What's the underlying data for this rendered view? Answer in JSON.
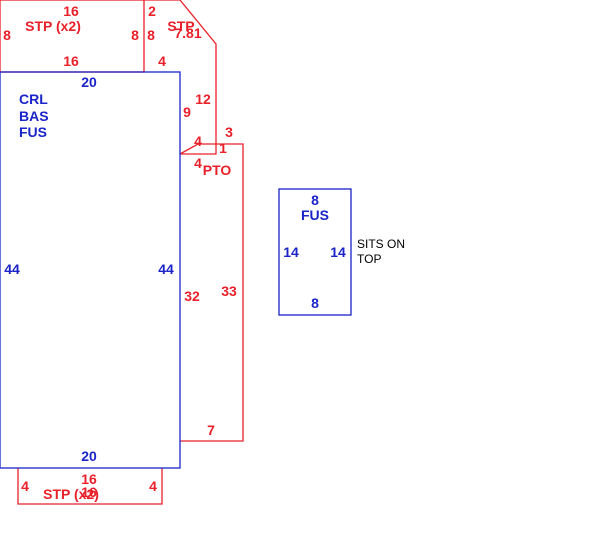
{
  "colors": {
    "part_red": "#e8202a",
    "part_blue": "#1a24c8",
    "note_black": "#000000"
  },
  "stp_top_left": {
    "name": "STP (x2)",
    "top": "16",
    "bottom": "16",
    "left": "8",
    "right": "8"
  },
  "stp_top_right": {
    "name": "STP",
    "top_left": "2",
    "left": "8",
    "diag": "7.81",
    "bottom": "4",
    "right_lower": "9",
    "right": "12"
  },
  "pto": {
    "name": "PTO",
    "top_a": "3",
    "top_b": "1",
    "left_a": "4",
    "left_b": "4",
    "left_side": "32",
    "right_side": "33",
    "bottom": "7"
  },
  "crl": {
    "line1": "CRL",
    "line2": "BAS",
    "line3": "FUS",
    "top": "20",
    "left": "44",
    "right": "44",
    "bottom": "20"
  },
  "stp_bottom": {
    "name": "STP (x2)",
    "left": "4",
    "top": "16",
    "overlay": "16",
    "right": "4"
  },
  "fus": {
    "name": "FUS",
    "top": "8",
    "left": "14",
    "right": "14",
    "bottom": "8",
    "note_line1": "SITS ON",
    "note_line2": "TOP"
  }
}
